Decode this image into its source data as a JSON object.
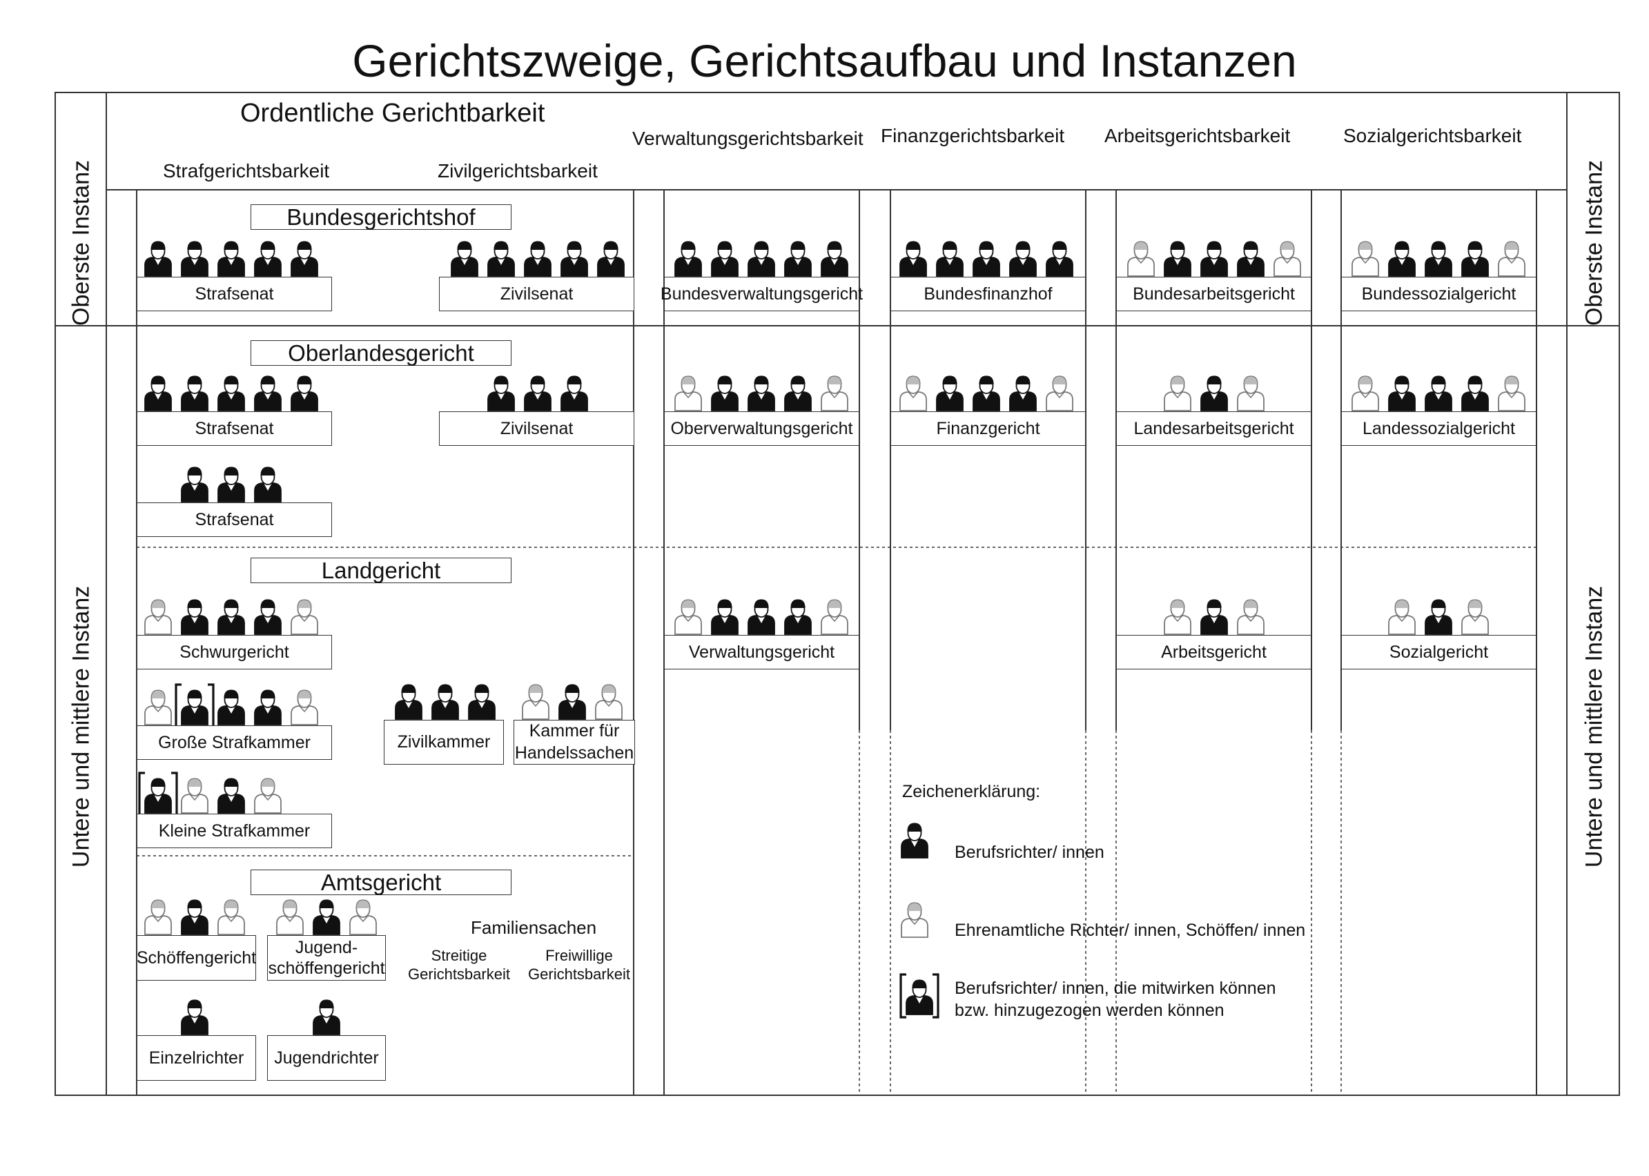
{
  "title": "Gerichtszweige, Gerichtsaufbau und Instanzen",
  "side": {
    "top": "Oberste Instanz",
    "lower": "Untere und mittlere Instanz"
  },
  "branches": {
    "ordentlich": "Ordentliche Gerichtbarkeit",
    "straf": "Strafgerichtsbarkeit",
    "zivil": "Zivilgerichtsbarkeit",
    "verwaltung": "Verwaltungsgerichtsbarkeit",
    "finanz": "Finanzgerichtsbarkeit",
    "arbeit": "Arbeitsgerichtsbarkeit",
    "sozial": "Sozialgerichtsbarkeit"
  },
  "courts": {
    "bgh": "Bundesgerichtshof",
    "olg": "Oberlandesgericht",
    "lg": "Landgericht",
    "ag": "Amtsgericht"
  },
  "bodies": {
    "bgh_straf": "Strafsenat",
    "bgh_zivil": "Zivilsenat",
    "bverwg": "Bundesverwaltungsgericht",
    "bfh": "Bundesfinanzhof",
    "bag": "Bundesarbeitsgericht",
    "bsg": "Bundessozialgericht",
    "olg_straf": "Strafsenat",
    "olg_zivil": "Zivilsenat",
    "ovg": "Oberverwaltungsgericht",
    "fg": "Finanzgericht",
    "lag": "Landesarbeitsgericht",
    "lsg": "Landessozialgericht",
    "olg_straf2": "Strafsenat",
    "schwur": "Schwurgericht",
    "vg": "Verwaltungsgericht",
    "arbg": "Arbeitsgericht",
    "sg": "Sozialgericht",
    "grosse": "Große Strafkammer",
    "zivilkammer": "Zivilkammer",
    "kfh1": "Kammer für",
    "kfh2": "Handelssachen",
    "kleine": "Kleine Strafkammer",
    "schoeffen": "Schöffengericht",
    "jugend1": "Jugend-",
    "jugend2": "schöffengericht",
    "einzel": "Einzelrichter",
    "jugendrichter": "Jugendrichter",
    "familien": "Familiensachen",
    "streitig1": "Streitige",
    "streitig2": "Gerichtsbarkeit",
    "freiwillig1": "Freiwillige",
    "freiwillig2": "Gerichtsbarkeit"
  },
  "legend": {
    "title": "Zeichenerklärung:",
    "berufs": "Berufsrichter/ innen",
    "ehren": "Ehrenamtliche Richter/ innen, Schöffen/ innen",
    "mitwirk1": "Berufsrichter/ innen, die mitwirken können",
    "mitwirk2": "bzw. hinzugezogen werden können"
  },
  "judge_groups": {
    "bgh_straf": [
      "P",
      "P",
      "P",
      "P",
      "P"
    ],
    "bgh_zivil": [
      "P",
      "P",
      "P",
      "P",
      "P"
    ],
    "bverwg": [
      "P",
      "P",
      "P",
      "P",
      "P"
    ],
    "bfh": [
      "P",
      "P",
      "P",
      "P",
      "P"
    ],
    "bag": [
      "L",
      "P",
      "P",
      "P",
      "L"
    ],
    "bsg": [
      "L",
      "P",
      "P",
      "P",
      "L"
    ],
    "olg_straf": [
      "P",
      "P",
      "P",
      "P",
      "P"
    ],
    "olg_zivil": [
      "P",
      "P",
      "P"
    ],
    "ovg": [
      "L",
      "P",
      "P",
      "P",
      "L"
    ],
    "fg": [
      "L",
      "P",
      "P",
      "P",
      "L"
    ],
    "lag": [
      "L",
      "P",
      "L"
    ],
    "lsg": [
      "L",
      "P",
      "P",
      "P",
      "L"
    ],
    "olg_straf2": [
      "P",
      "P",
      "P"
    ],
    "schwur": [
      "L",
      "P",
      "P",
      "P",
      "L"
    ],
    "vg": [
      "L",
      "P",
      "P",
      "P",
      "L"
    ],
    "arbg": [
      "L",
      "P",
      "L"
    ],
    "sg": [
      "L",
      "P",
      "L"
    ],
    "grosse": [
      "L",
      "O",
      "P",
      "P",
      "L"
    ],
    "zivilkammer": [
      "P",
      "P",
      "P"
    ],
    "kfh": [
      "L",
      "P",
      "L"
    ],
    "kleine": [
      "O",
      "L",
      "P",
      "L"
    ],
    "schoeffen": [
      "L",
      "P",
      "L"
    ],
    "jugend": [
      "L",
      "P",
      "L"
    ],
    "einzel": [
      "P"
    ],
    "jugendrichter": [
      "P"
    ]
  },
  "colors": {
    "line": "#333333",
    "robe": "#111111",
    "lay": "#777777"
  }
}
